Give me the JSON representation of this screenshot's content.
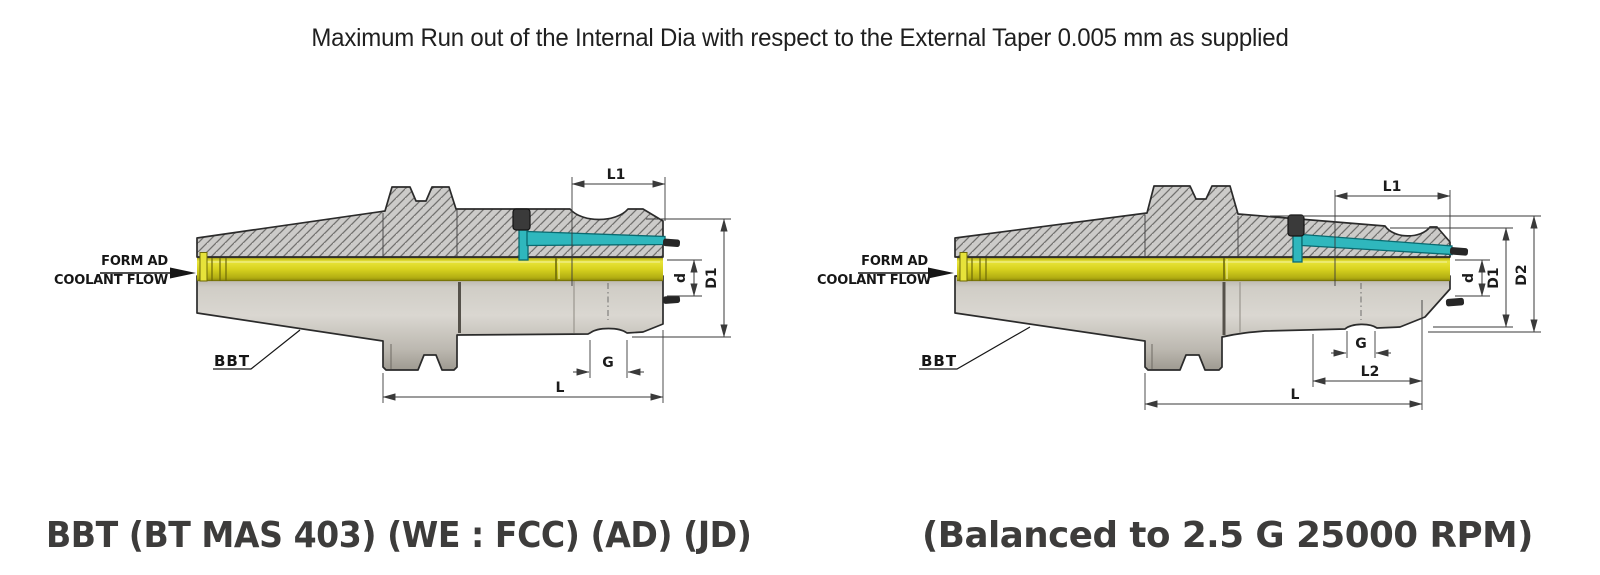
{
  "title": "Maximum Run out of the Internal Dia with respect to the External Taper 0.005 mm as supplied",
  "captions": {
    "left": "BBT (BT MAS 403) (WE : FCC) (AD) (JD)",
    "right": "(Balanced to 2.5 G 25000 RPM)"
  },
  "colors": {
    "yellow": "#d8d31f",
    "yellow_dark": "#6e6a08",
    "cyan": "#2fb7bd",
    "cyan_dark": "#0a6a70",
    "body_gray": "#c9c5bd",
    "hatch_gray": "#cccbc9",
    "line": "#2b2b2b",
    "dim_line": "#3a3a3a",
    "stub_dark": "#262626",
    "caption_gray": "#3d3c3b"
  },
  "diagram_left": {
    "form_label": "FORM AD",
    "coolant_label": "COOLANT FLOW",
    "part_label": "BBT",
    "dims": {
      "l1": "L1",
      "d": "d",
      "d1": "D1",
      "g": "G",
      "l": "L"
    }
  },
  "diagram_right": {
    "form_label": "FORM AD",
    "coolant_label": "COOLANT FLOW",
    "part_label": "BBT",
    "dims": {
      "l1": "L1",
      "d": "d",
      "d1": "D1",
      "d2": "D2",
      "g": "G",
      "l2": "L2",
      "l": "L"
    }
  }
}
